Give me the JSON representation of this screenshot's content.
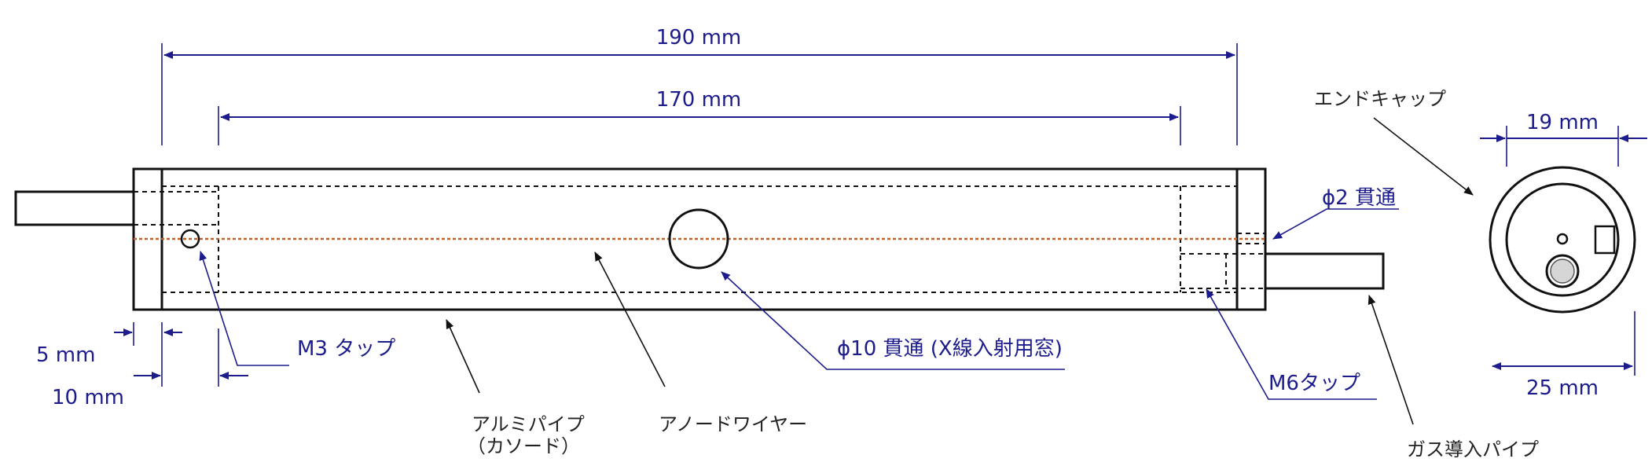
{
  "dimensions": {
    "overall_length": "190 mm",
    "inner_length": "170 mm",
    "end_wall": "5 mm",
    "tap_offset": "10 mm",
    "endcap_inner": "19 mm",
    "endcap_outer": "25 mm"
  },
  "labels": {
    "m3_tap": "M3 タップ",
    "x_window": "ϕ10 貫通 (X線入射用窓)",
    "hole_2": "ϕ2 貫通",
    "m6_tap": "M6タップ",
    "aluminum_pipe": "アルミパイプ",
    "cathode": "（カソード）",
    "anode_wire": "アノードワイヤー",
    "gas_inlet_pipe": "ガス導入パイプ",
    "end_cap": "エンドキャップ"
  },
  "colors": {
    "dimension": "#1c1c8c",
    "outline": "#111111",
    "anode_wire": "#c0622a"
  }
}
